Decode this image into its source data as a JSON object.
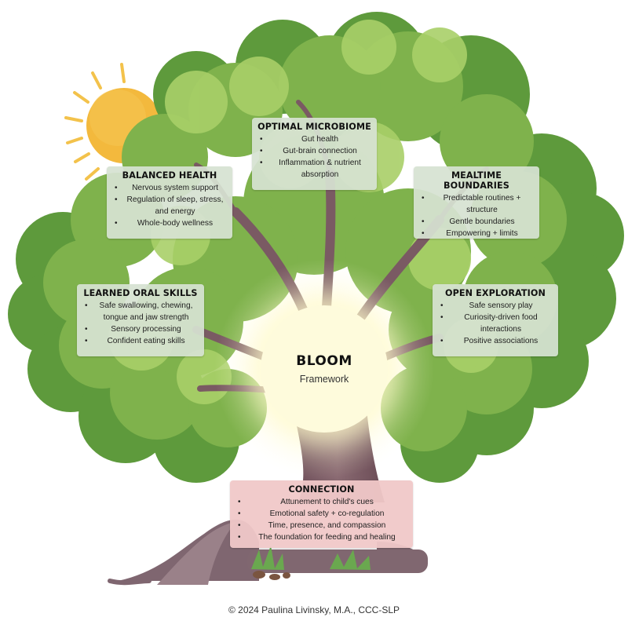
{
  "center": {
    "title": "BLOOM",
    "subtitle": "Framework"
  },
  "boxes": {
    "optimal_microbiome": {
      "title": "OPTIMAL MICROBIOME",
      "items": [
        "Gut health",
        "Gut-brain connection",
        "Inflammation & nutrient absorption"
      ]
    },
    "balanced_health": {
      "title": "BALANCED HEALTH",
      "items": [
        "Nervous system support",
        "Regulation of sleep, stress, and energy",
        "Whole-body wellness"
      ]
    },
    "mealtime_boundaries": {
      "title": "MEALTIME BOUNDARIES",
      "items": [
        "Predictable routines + structure",
        "Gentle boundaries",
        "Empowering + limits"
      ]
    },
    "learned_oral_skills": {
      "title": "LEARNED ORAL SKILLS",
      "items": [
        "Safe swallowing, chewing, tongue and jaw strength",
        "Sensory processing",
        "Confident eating skills"
      ]
    },
    "open_exploration": {
      "title": "OPEN EXPLORATION",
      "items": [
        "Safe sensory play",
        "Curiosity-driven food interactions",
        "Positive associations"
      ]
    },
    "connection": {
      "title": "CONNECTION",
      "items": [
        "Attunement to child's cues",
        "Emotional safety + co-regulation",
        "Time, presence, and compassion",
        "The foundation for feeding and healing"
      ]
    }
  },
  "footer": "© 2024 Paulina Livinsky, M.A., CCC-SLP",
  "colors": {
    "canopy_dark": "#5e9a3c",
    "canopy_mid": "#7fb24c",
    "canopy_light": "#a9cf68",
    "trunk": "#7a5a63",
    "sun": "#f3b93d",
    "box_green": "#d6e2d2",
    "box_pink": "#f0c8c8"
  },
  "icons": [
    "sun-icon",
    "tree-illustration",
    "grass-icon",
    "stone-icon"
  ]
}
